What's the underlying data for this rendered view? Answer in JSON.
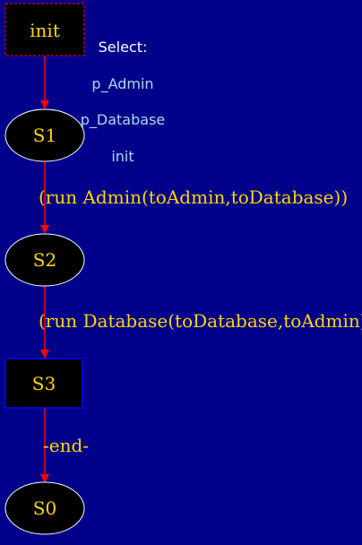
{
  "diagram": {
    "colors": {
      "background": "#00008b",
      "node_fill": "#000000",
      "node_text": "#ffd700",
      "edge": "#ff0000",
      "init_border": "#ff0000",
      "s3_border": "#0000ff",
      "ellipse_border": "#ffffff",
      "note_title": "#ffffff",
      "note_items": "#add8e6"
    },
    "nodes": {
      "init": "init",
      "s1": "S1",
      "s2": "S2",
      "s3": "S3",
      "s0": "S0"
    },
    "edges": {
      "s1_s2": "(run Admin(toAdmin,toDatabase))",
      "s2_s3": "(run Database(toDatabase,toAdmin))",
      "s3_s0": "-end-"
    },
    "note": {
      "title": "Select:",
      "items": [
        "p_Admin",
        "p_Database",
        "init"
      ]
    }
  }
}
